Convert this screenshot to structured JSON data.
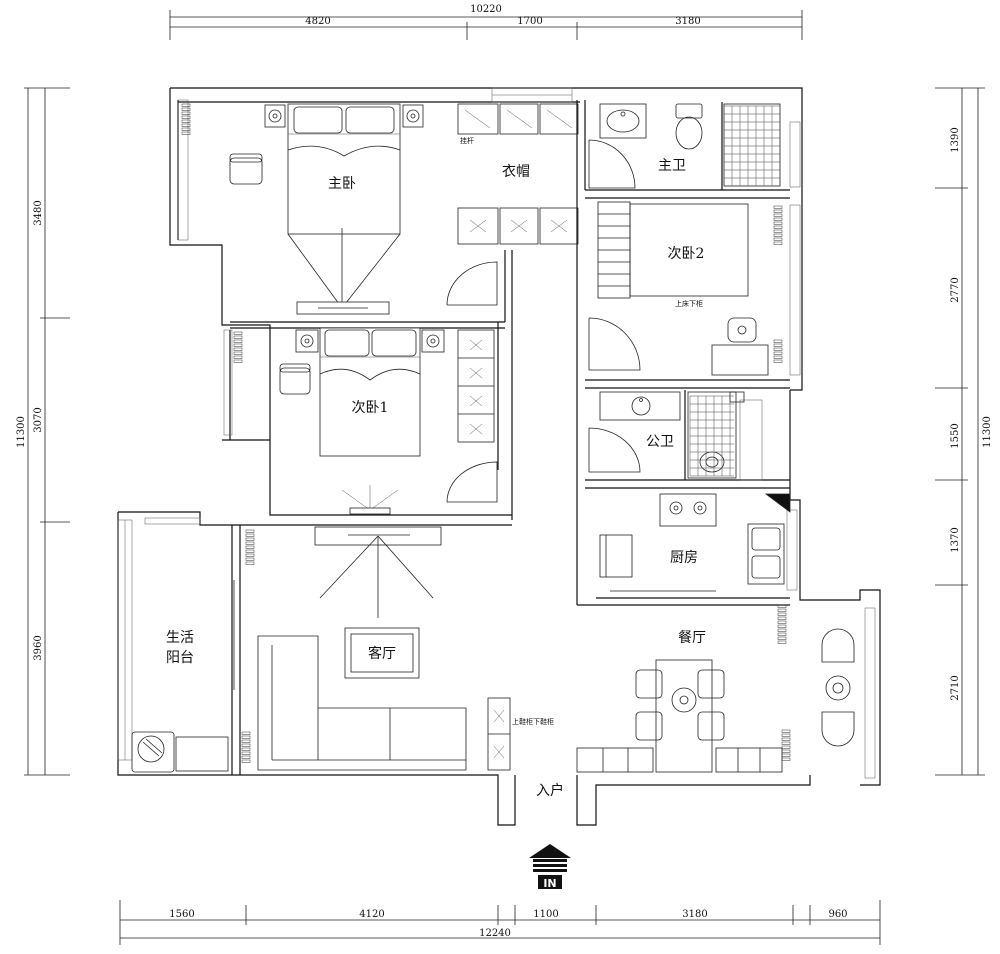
{
  "dimensions": {
    "top_total": "10220",
    "top": [
      "4820",
      "1700",
      "3180"
    ],
    "bottom_total": "12240",
    "bottom": [
      "1560",
      "4120",
      "1100",
      "3180",
      "960"
    ],
    "left_total": "11300",
    "left": [
      "3480",
      "3070",
      "3960"
    ],
    "right_total": "11300",
    "right": [
      "1390",
      "2770",
      "1550",
      "1370",
      "2710"
    ]
  },
  "rooms": {
    "master_bedroom": "主卧",
    "wardrobe": "衣帽",
    "master_bath": "主卫",
    "bedroom2": "次卧2",
    "bedroom1": "次卧1",
    "public_bath": "公卫",
    "kitchen": "厨房",
    "living_balcony_line1": "生活",
    "living_balcony_line2": "阳台",
    "living_room": "客厅",
    "dining_room": "餐厅",
    "entrance": "入户"
  },
  "notes": {
    "wardrobe_small": "挂杆",
    "bedroom2_bed": "上床下柜",
    "shoe_cabinet": "上鞋柜下鞋柜"
  },
  "entry_label": "IN"
}
